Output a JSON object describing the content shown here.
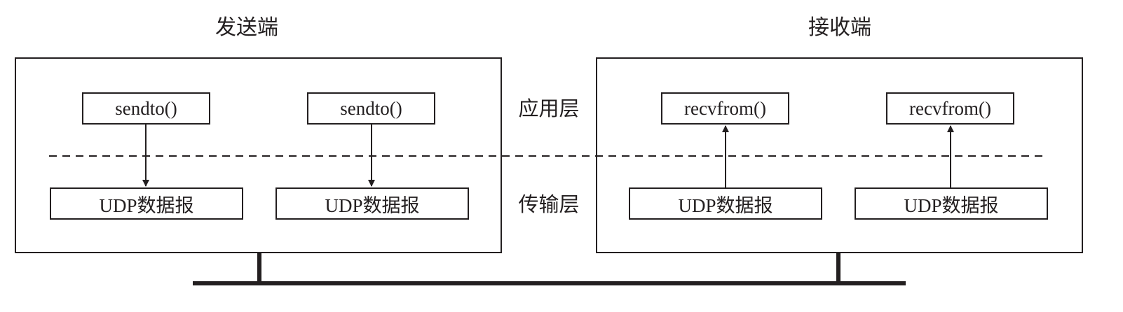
{
  "sender": {
    "title": "发送端",
    "apps": [
      {
        "label": "sendto()"
      },
      {
        "label": "sendto()"
      }
    ],
    "datagrams": [
      {
        "label": "UDP数据报"
      },
      {
        "label": "UDP数据报"
      }
    ]
  },
  "receiver": {
    "title": "接收端",
    "apps": [
      {
        "label": "recvfrom()"
      },
      {
        "label": "recvfrom()"
      }
    ],
    "datagrams": [
      {
        "label": "UDP数据报"
      },
      {
        "label": "UDP数据报"
      }
    ]
  },
  "layers": {
    "application": "应用层",
    "transport": "传输层"
  },
  "colors": {
    "stroke": "#231f20",
    "background": "#ffffff"
  }
}
